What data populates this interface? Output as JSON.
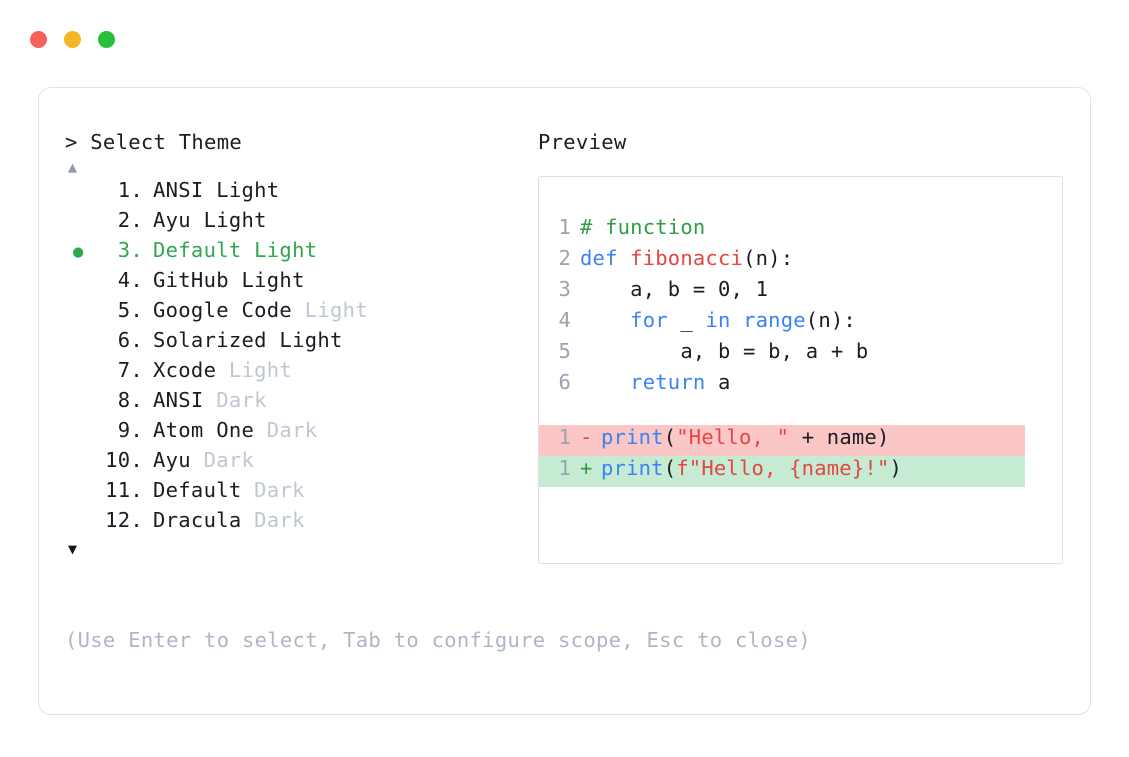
{
  "window": {
    "controls": [
      {
        "name": "close-button",
        "color": "#f6615b"
      },
      {
        "name": "minimize-button",
        "color": "#f5b625"
      },
      {
        "name": "maximize-button",
        "color": "#29bf3a"
      }
    ]
  },
  "selector": {
    "prompt": "> Select Theme",
    "scroll_up": "▲",
    "scroll_down": "▼",
    "selected_index": 3,
    "selected_marker": "●",
    "items": [
      {
        "num": "1.",
        "name": "ANSI",
        "mode": "Light",
        "mode_dim": false,
        "marker": "",
        "selected": false
      },
      {
        "num": "2.",
        "name": "Ayu",
        "mode": "Light",
        "mode_dim": false,
        "marker": "",
        "selected": false
      },
      {
        "num": "3.",
        "name": "Default",
        "mode": "Light",
        "mode_dim": false,
        "marker": "●",
        "selected": true
      },
      {
        "num": "4.",
        "name": "GitHub",
        "mode": "Light",
        "mode_dim": false,
        "marker": "",
        "selected": false
      },
      {
        "num": "5.",
        "name": "Google Code",
        "mode": "Light",
        "mode_dim": true,
        "marker": "",
        "selected": false
      },
      {
        "num": "6.",
        "name": "Solarized",
        "mode": "Light",
        "mode_dim": false,
        "marker": "",
        "selected": false
      },
      {
        "num": "7.",
        "name": "Xcode",
        "mode": "Light",
        "mode_dim": true,
        "marker": "",
        "selected": false
      },
      {
        "num": "8.",
        "name": "ANSI",
        "mode": "Dark",
        "mode_dim": true,
        "marker": "",
        "selected": false
      },
      {
        "num": "9.",
        "name": "Atom One",
        "mode": "Dark",
        "mode_dim": true,
        "marker": "",
        "selected": false
      },
      {
        "num": "10.",
        "name": "Ayu",
        "mode": "Dark",
        "mode_dim": true,
        "marker": "",
        "selected": false
      },
      {
        "num": "11.",
        "name": "Default",
        "mode": "Dark",
        "mode_dim": true,
        "marker": "",
        "selected": false
      },
      {
        "num": "12.",
        "name": "Dracula",
        "mode": "Dark",
        "mode_dim": true,
        "marker": "",
        "selected": false
      }
    ],
    "hint": "(Use Enter to select, Tab to configure scope, Esc to close)"
  },
  "preview": {
    "title": "Preview",
    "code_lines": [
      {
        "ln": "1",
        "tokens": [
          {
            "t": "# function",
            "c": "tok-comment"
          }
        ]
      },
      {
        "ln": "2",
        "tokens": [
          {
            "t": "def ",
            "c": "tok-keyword"
          },
          {
            "t": "fibonacci",
            "c": "tok-func"
          },
          {
            "t": "(n):",
            "c": "tok-plain"
          }
        ]
      },
      {
        "ln": "3",
        "tokens": [
          {
            "t": "    a, b = 0, 1",
            "c": "tok-plain"
          }
        ]
      },
      {
        "ln": "4",
        "tokens": [
          {
            "t": "    ",
            "c": "tok-plain"
          },
          {
            "t": "for ",
            "c": "tok-keyword"
          },
          {
            "t": "_ ",
            "c": "tok-plain"
          },
          {
            "t": "in ",
            "c": "tok-keyword"
          },
          {
            "t": "range",
            "c": "tok-builtin"
          },
          {
            "t": "(n):",
            "c": "tok-plain"
          }
        ]
      },
      {
        "ln": "5",
        "tokens": [
          {
            "t": "        a, b = b, a + b",
            "c": "tok-plain"
          }
        ]
      },
      {
        "ln": "6",
        "tokens": [
          {
            "t": "    ",
            "c": "tok-plain"
          },
          {
            "t": "return ",
            "c": "tok-keyword"
          },
          {
            "t": "a",
            "c": "tok-plain"
          }
        ]
      }
    ],
    "diff_lines": [
      {
        "ln": "1",
        "sign": "-",
        "kind": "del",
        "tokens": [
          {
            "t": "print",
            "c": "tok-builtin"
          },
          {
            "t": "(",
            "c": "tok-plain"
          },
          {
            "t": "\"Hello, \"",
            "c": "tok-string"
          },
          {
            "t": " + name)",
            "c": "tok-plain"
          }
        ]
      },
      {
        "ln": "1",
        "sign": "+",
        "kind": "add",
        "tokens": [
          {
            "t": "print",
            "c": "tok-builtin"
          },
          {
            "t": "(",
            "c": "tok-plain"
          },
          {
            "t": "f\"Hello, {name}!\"",
            "c": "tok-string"
          },
          {
            "t": ")",
            "c": "tok-plain"
          }
        ]
      }
    ]
  },
  "colors": {
    "accent_green": "#2fa84f",
    "diff_add_bg": "#c5ecd2",
    "diff_del_bg": "#fbc6c6",
    "dim_text": "#bfc6d4",
    "border": "#dfe2ea"
  }
}
